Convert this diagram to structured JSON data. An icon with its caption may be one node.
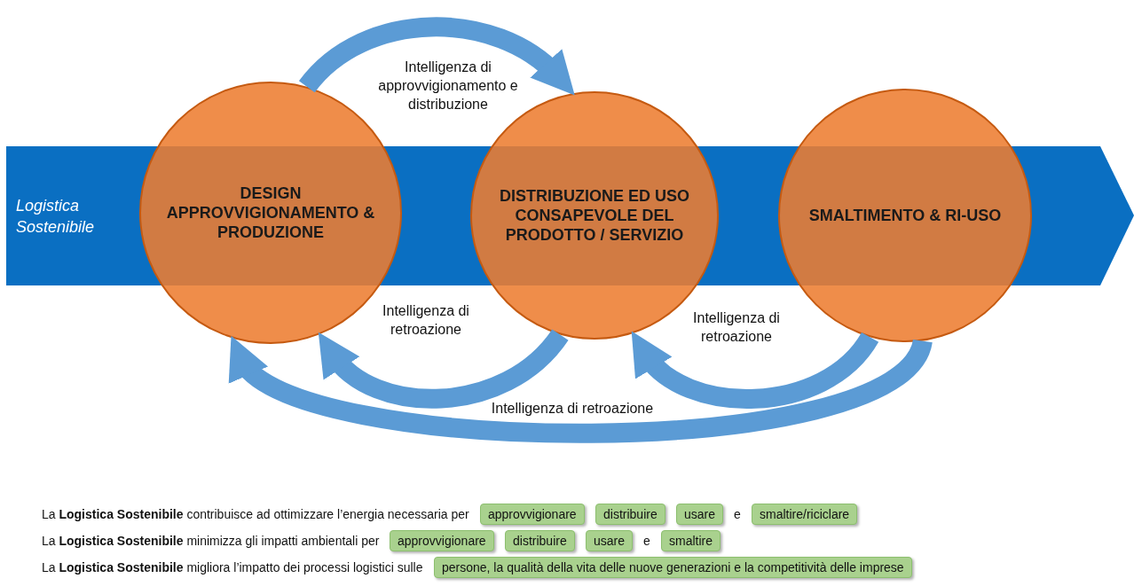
{
  "diagram": {
    "nodes": [
      {
        "text": [
          "Logistica Sostenibile"
        ]
      },
      {
        "text": [
          "DESIGN APPROVVIGIONAMENTO & PRODUZIONE"
        ]
      },
      {
        "text": [
          "DISTRIBUZIONE ED USO CONSAPEVOLE DEL PRODOTTO / SERVIZIO"
        ]
      },
      {
        "text": [
          "SMALTIMENTO & RI-USO"
        ]
      },
      {
        "text": [
          "approvvigionare"
        ]
      },
      {
        "text": [
          "distribuire"
        ]
      },
      {
        "text": [
          "usare"
        ]
      },
      {
        "text": [
          "smaltire/riciclare"
        ]
      },
      {
        "text": [
          "approvvigionare"
        ]
      },
      {
        "text": [
          "distribuire"
        ]
      },
      {
        "text": [
          "usare"
        ]
      },
      {
        "text": [
          "smaltire"
        ]
      },
      {
        "text": [
          "persone, la qualità della vita delle nuove generazioni e la competitività delle imprese"
        ]
      }
    ],
    "edges": [
      {
        "from": 1,
        "to": 2,
        "arrow": "to",
        "label": "Intelligenza di approvvigionamento e distribuzione"
      },
      {
        "from": 2,
        "to": 1,
        "arrow": "to",
        "label": "Intelligenza di retroazione"
      },
      {
        "from": 3,
        "to": 2,
        "arrow": "to",
        "label": "Intelligenza di retroazione"
      },
      {
        "from": 3,
        "to": 1,
        "arrow": "to",
        "label": "Intelligenza di retroazione"
      }
    ],
    "labels": [
      "La **Logistica Sostenibile** contribuisce ad ottimizzare l’energia necessaria per",
      "e",
      "La **Logistica Sostenibile** minimizza gli impatti ambientali per",
      "e",
      "La **Logistica Sostenibile** migliora l’impatto dei processi logistici sulle"
    ]
  }
}
